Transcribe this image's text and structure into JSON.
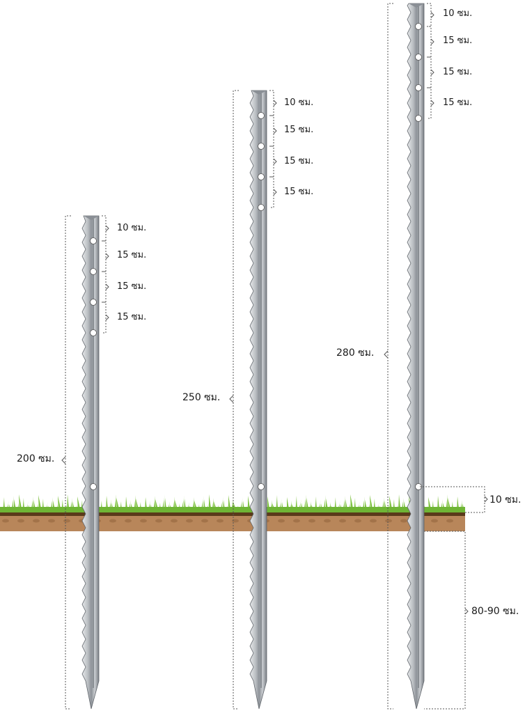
{
  "posts": [
    {
      "id": "post-200",
      "total_length_label": "200 ซม.",
      "hole_spacing_labels": [
        "10 ซม.",
        "15 ซม.",
        "15 ซม.",
        "15 ซม."
      ]
    },
    {
      "id": "post-250",
      "total_length_label": "250 ซม.",
      "hole_spacing_labels": [
        "10 ซม.",
        "15 ซม.",
        "15 ซม.",
        "15 ซม."
      ]
    },
    {
      "id": "post-280",
      "total_length_label": "280 ซม.",
      "hole_spacing_labels": [
        "10 ซม.",
        "15 ซม.",
        "15 ซม.",
        "15 ซม."
      ]
    }
  ],
  "ground": {
    "above_ground_hole_label": "10 ซม.",
    "buried_depth_label": "80-90 ซม."
  },
  "colors": {
    "post_light": "#d9dcdf",
    "post_mid": "#a9adb2",
    "post_dark": "#6f747a",
    "grass": "#7fc241",
    "grass_dark": "#5ea52e",
    "soil_top": "#5a3a1a",
    "soil": "#b8865a",
    "dim_line": "#555555"
  }
}
